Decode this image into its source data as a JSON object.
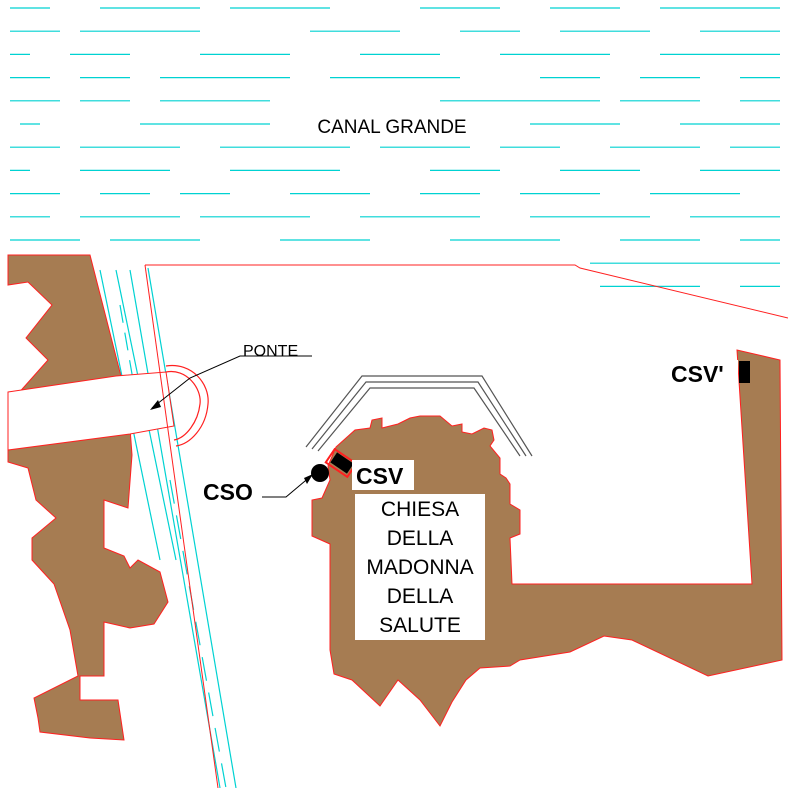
{
  "map": {
    "canal_label": "CANAL GRANDE",
    "bridge_label": "PONTE",
    "cso_label": "CSO",
    "csv_label": "CSV",
    "csv_prime_label": "CSV'",
    "church_lines": [
      "CHIESA",
      "DELLA",
      "MADONNA",
      "DELLA",
      "SALUTE"
    ]
  },
  "colors": {
    "background": "#ffffff",
    "water_lines": "#00d2d2",
    "building_fill": "#a67c52",
    "outline": "#ff2020",
    "text": "#000000"
  }
}
